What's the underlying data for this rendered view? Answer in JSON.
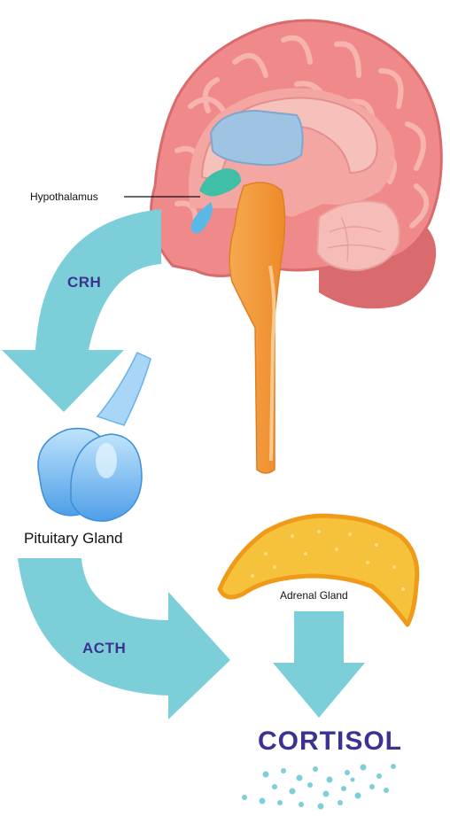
{
  "labels": {
    "hypothalamus": "Hypothalamus",
    "crh": "CRH",
    "pituitary": "Pituitary Gland",
    "acth": "ACTH",
    "adrenal": "Adrenal Gland",
    "cortisol": "CORTISOL"
  },
  "colors": {
    "arrow": "#7ccfd9",
    "brain": "#f08a8a",
    "brain_light": "#f7b3ad",
    "brain_dark": "#d96a6e",
    "ventricle": "#9ec3e3",
    "hypothalamus": "#3fbfa5",
    "brainstem": "#f29a3a",
    "cerebellum": "#f6bdb8",
    "pituitary": "#5aa7ea",
    "adrenal": "#f7c23b",
    "hormone_text": "#3b3390",
    "dots": "#7ccfd9"
  },
  "icons": {
    "brain": "brain-illustration",
    "pituitary": "pituitary-gland-illustration",
    "adrenal": "adrenal-gland-illustration"
  }
}
